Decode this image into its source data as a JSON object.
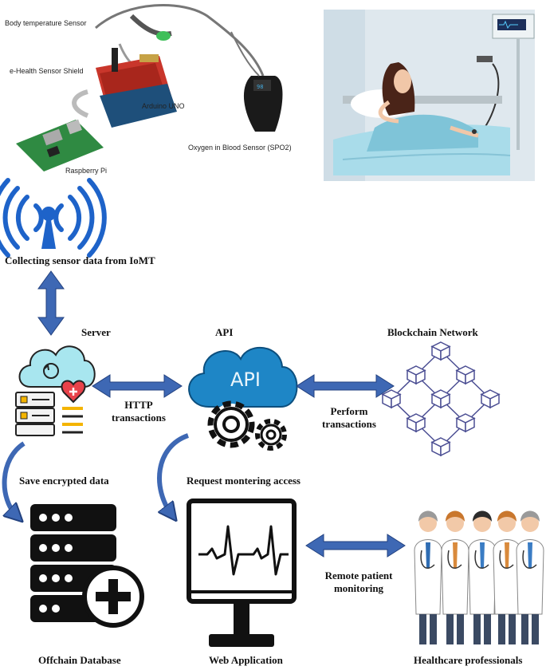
{
  "hardware": {
    "body_temperature_sensor": "Body temperature Sensor",
    "ehealth_shield": "e-Health Sensor Shield",
    "arduino": "Arduino UNO",
    "raspberry": "Raspberry Pi",
    "spo2": "Oxygen in Blood Sensor (SPO2)"
  },
  "labels": {
    "collecting": "Collecting sensor data from IoMT",
    "server": "Server",
    "api": "API",
    "api_icon_text": "API",
    "blockchain": "Blockchain Network",
    "http_line1": "HTTP",
    "http_line2": "transactions",
    "perform_line1": "Perform",
    "perform_line2": "transactions",
    "save_encrypted": "Save encrypted data",
    "request_access": "Request montering access",
    "remote_line1": "Remote patient",
    "remote_line2": "monitoring",
    "offchain_db": "Offchain Database",
    "web_app": "Web Application",
    "healthcare": "Healthcare professionals"
  },
  "colors": {
    "arrow_fill": "#3e68b4",
    "arrow_stroke": "#22417f",
    "wifi_blue": "#1e63c9",
    "icon_dark": "#111111",
    "blockchain_line": "#4b4e93"
  },
  "icons": {
    "wifi": "wifi-antenna-icon",
    "server": "cloud-server-icon",
    "api": "api-cloud-gears-icon",
    "blockchain": "blockchain-cubes-icon",
    "database": "database-plus-icon",
    "monitor": "heartbeat-monitor-icon",
    "doctors": "doctors-group-icon"
  }
}
